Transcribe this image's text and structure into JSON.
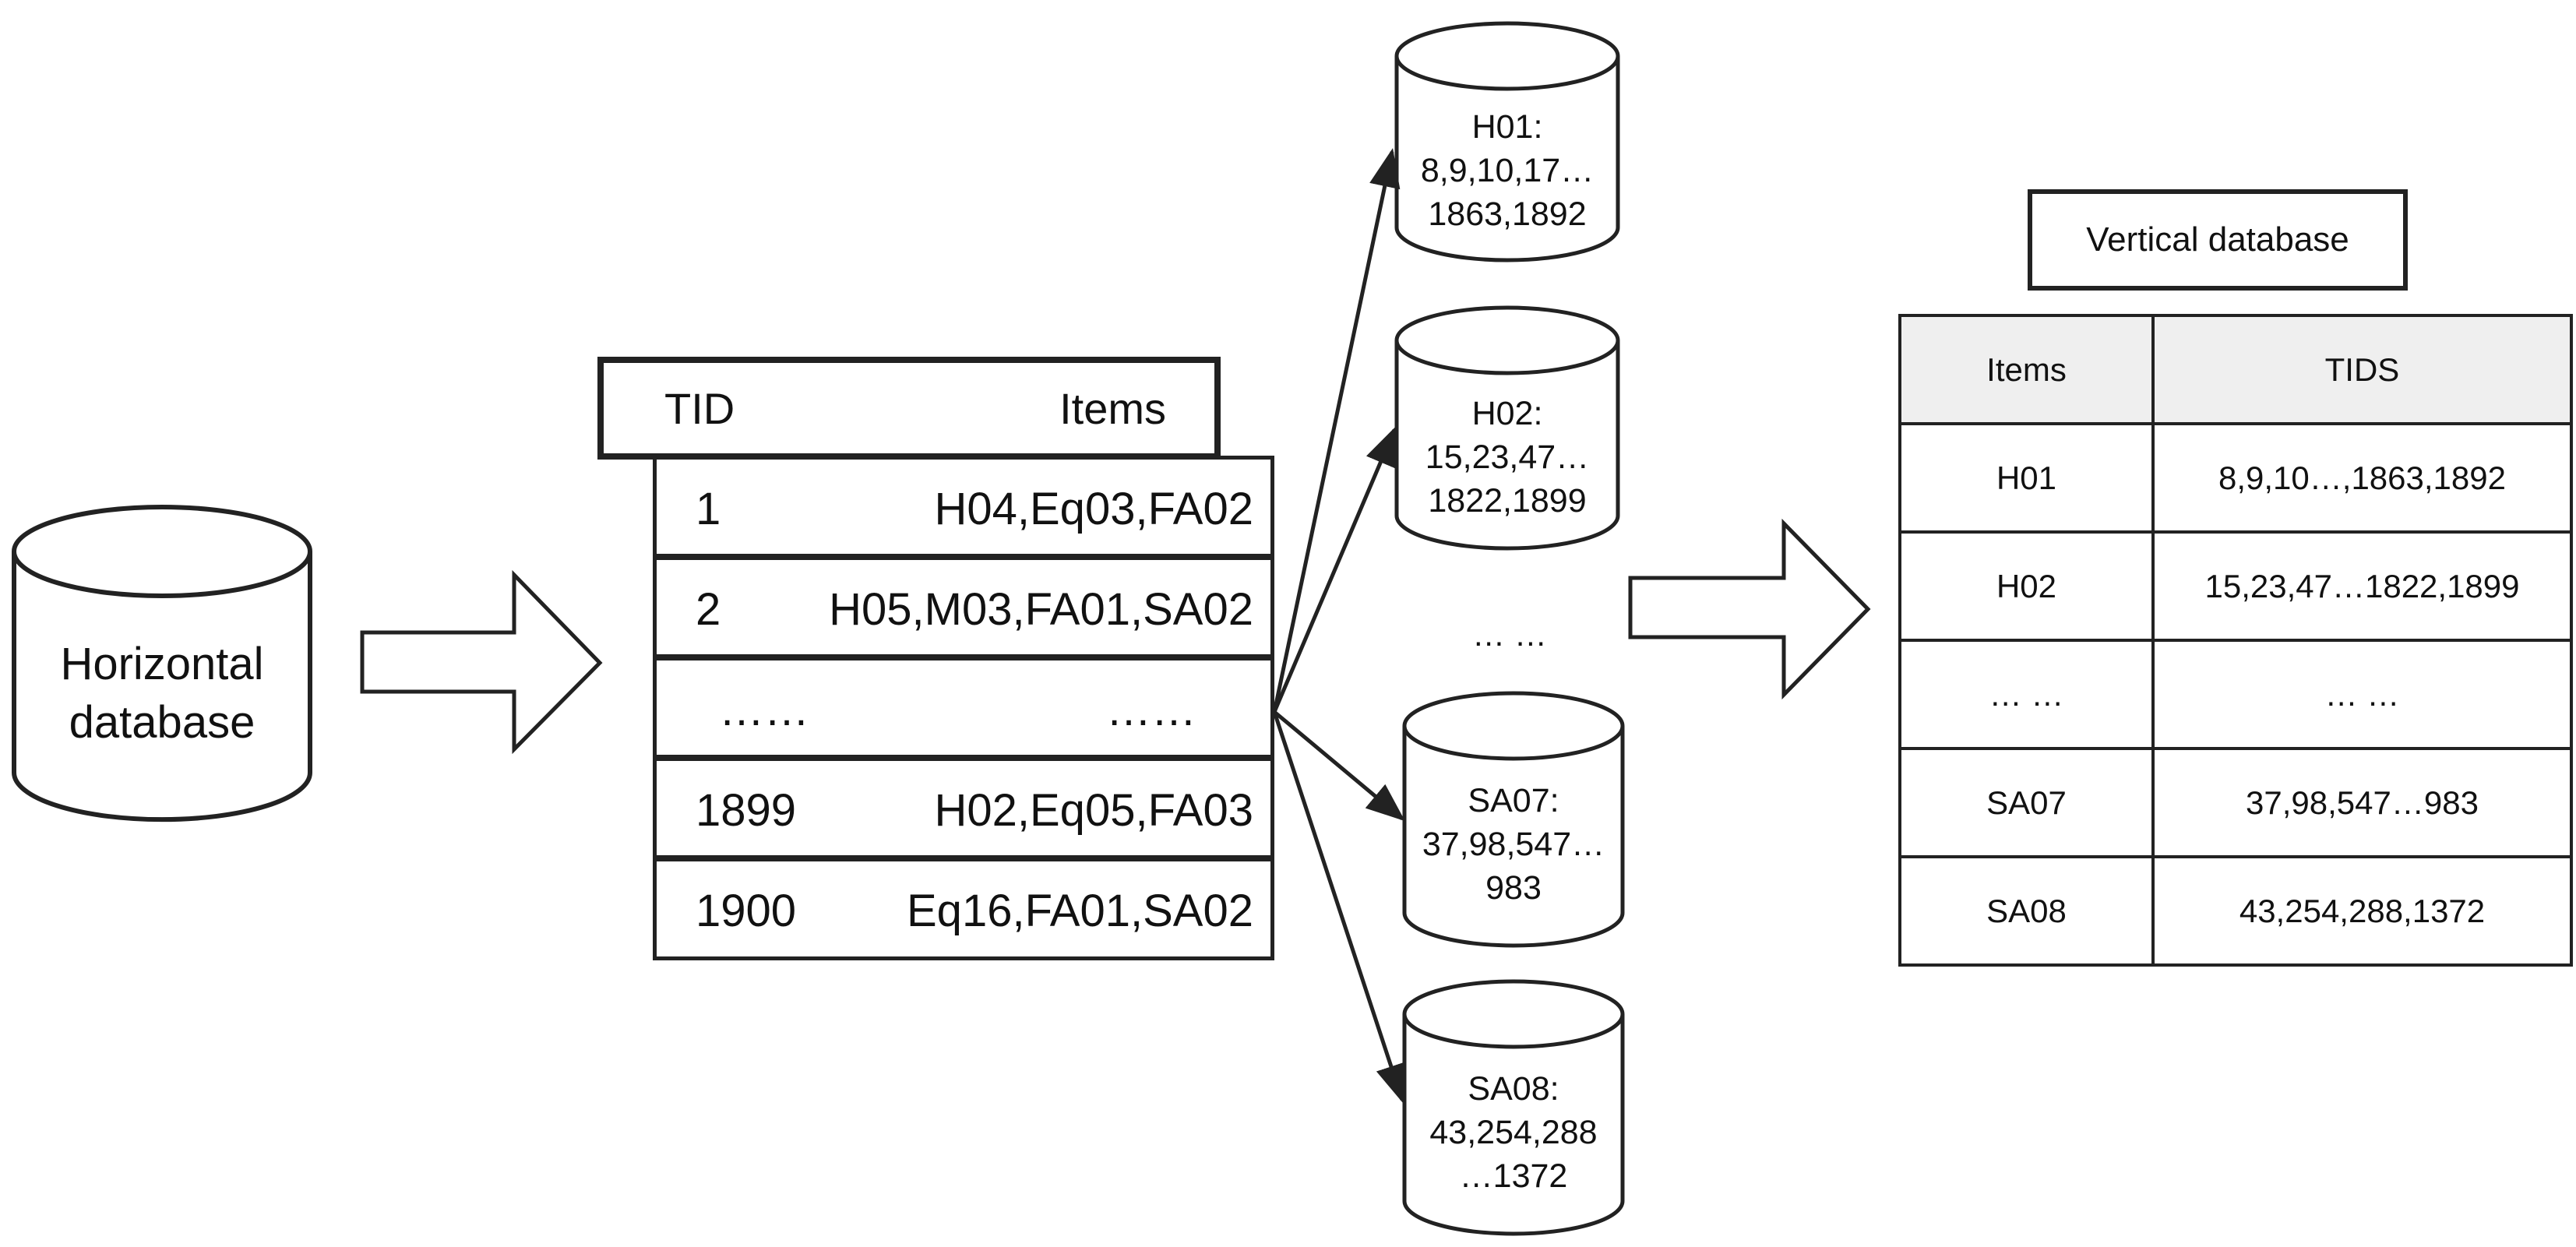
{
  "horizontal_db": {
    "line1": "Horizontal",
    "line2": "database"
  },
  "horizontal_table": {
    "header": {
      "tid": "TID",
      "items": "Items"
    },
    "rows": [
      {
        "tid": "1",
        "items": "H04,Eq03,FA02"
      },
      {
        "tid": "2",
        "items": "H05,M03,FA01,SA02"
      },
      {
        "tid": "……",
        "items": "……"
      },
      {
        "tid": "1899",
        "items": "H02,Eq05,FA03"
      },
      {
        "tid": "1900",
        "items": "Eq16,FA01,SA02"
      }
    ]
  },
  "cylinders": [
    {
      "line1": "H01:",
      "line2": "8,9,10,17…",
      "line3": "1863,1892"
    },
    {
      "line1": "H02:",
      "line2": "15,23,47…",
      "line3": "1822,1899"
    },
    {
      "line1": "SA07:",
      "line2": "37,98,547…",
      "line3": "983"
    },
    {
      "line1": "SA08:",
      "line2": "43,254,288",
      "line3": "…1372"
    }
  ],
  "middle_ellipsis": "… …",
  "vertical_db": {
    "title": "Vertical database",
    "columns": [
      "Items",
      "TIDS"
    ],
    "rows": [
      {
        "item": "H01",
        "tids": "8,9,10…,1863,1892"
      },
      {
        "item": "H02",
        "tids": "15,23,47…1822,1899"
      },
      {
        "item": "… …",
        "tids": "… …"
      },
      {
        "item": "SA07",
        "tids": "37,98,547…983"
      },
      {
        "item": "SA08",
        "tids": "43,254,288,1372"
      }
    ]
  }
}
